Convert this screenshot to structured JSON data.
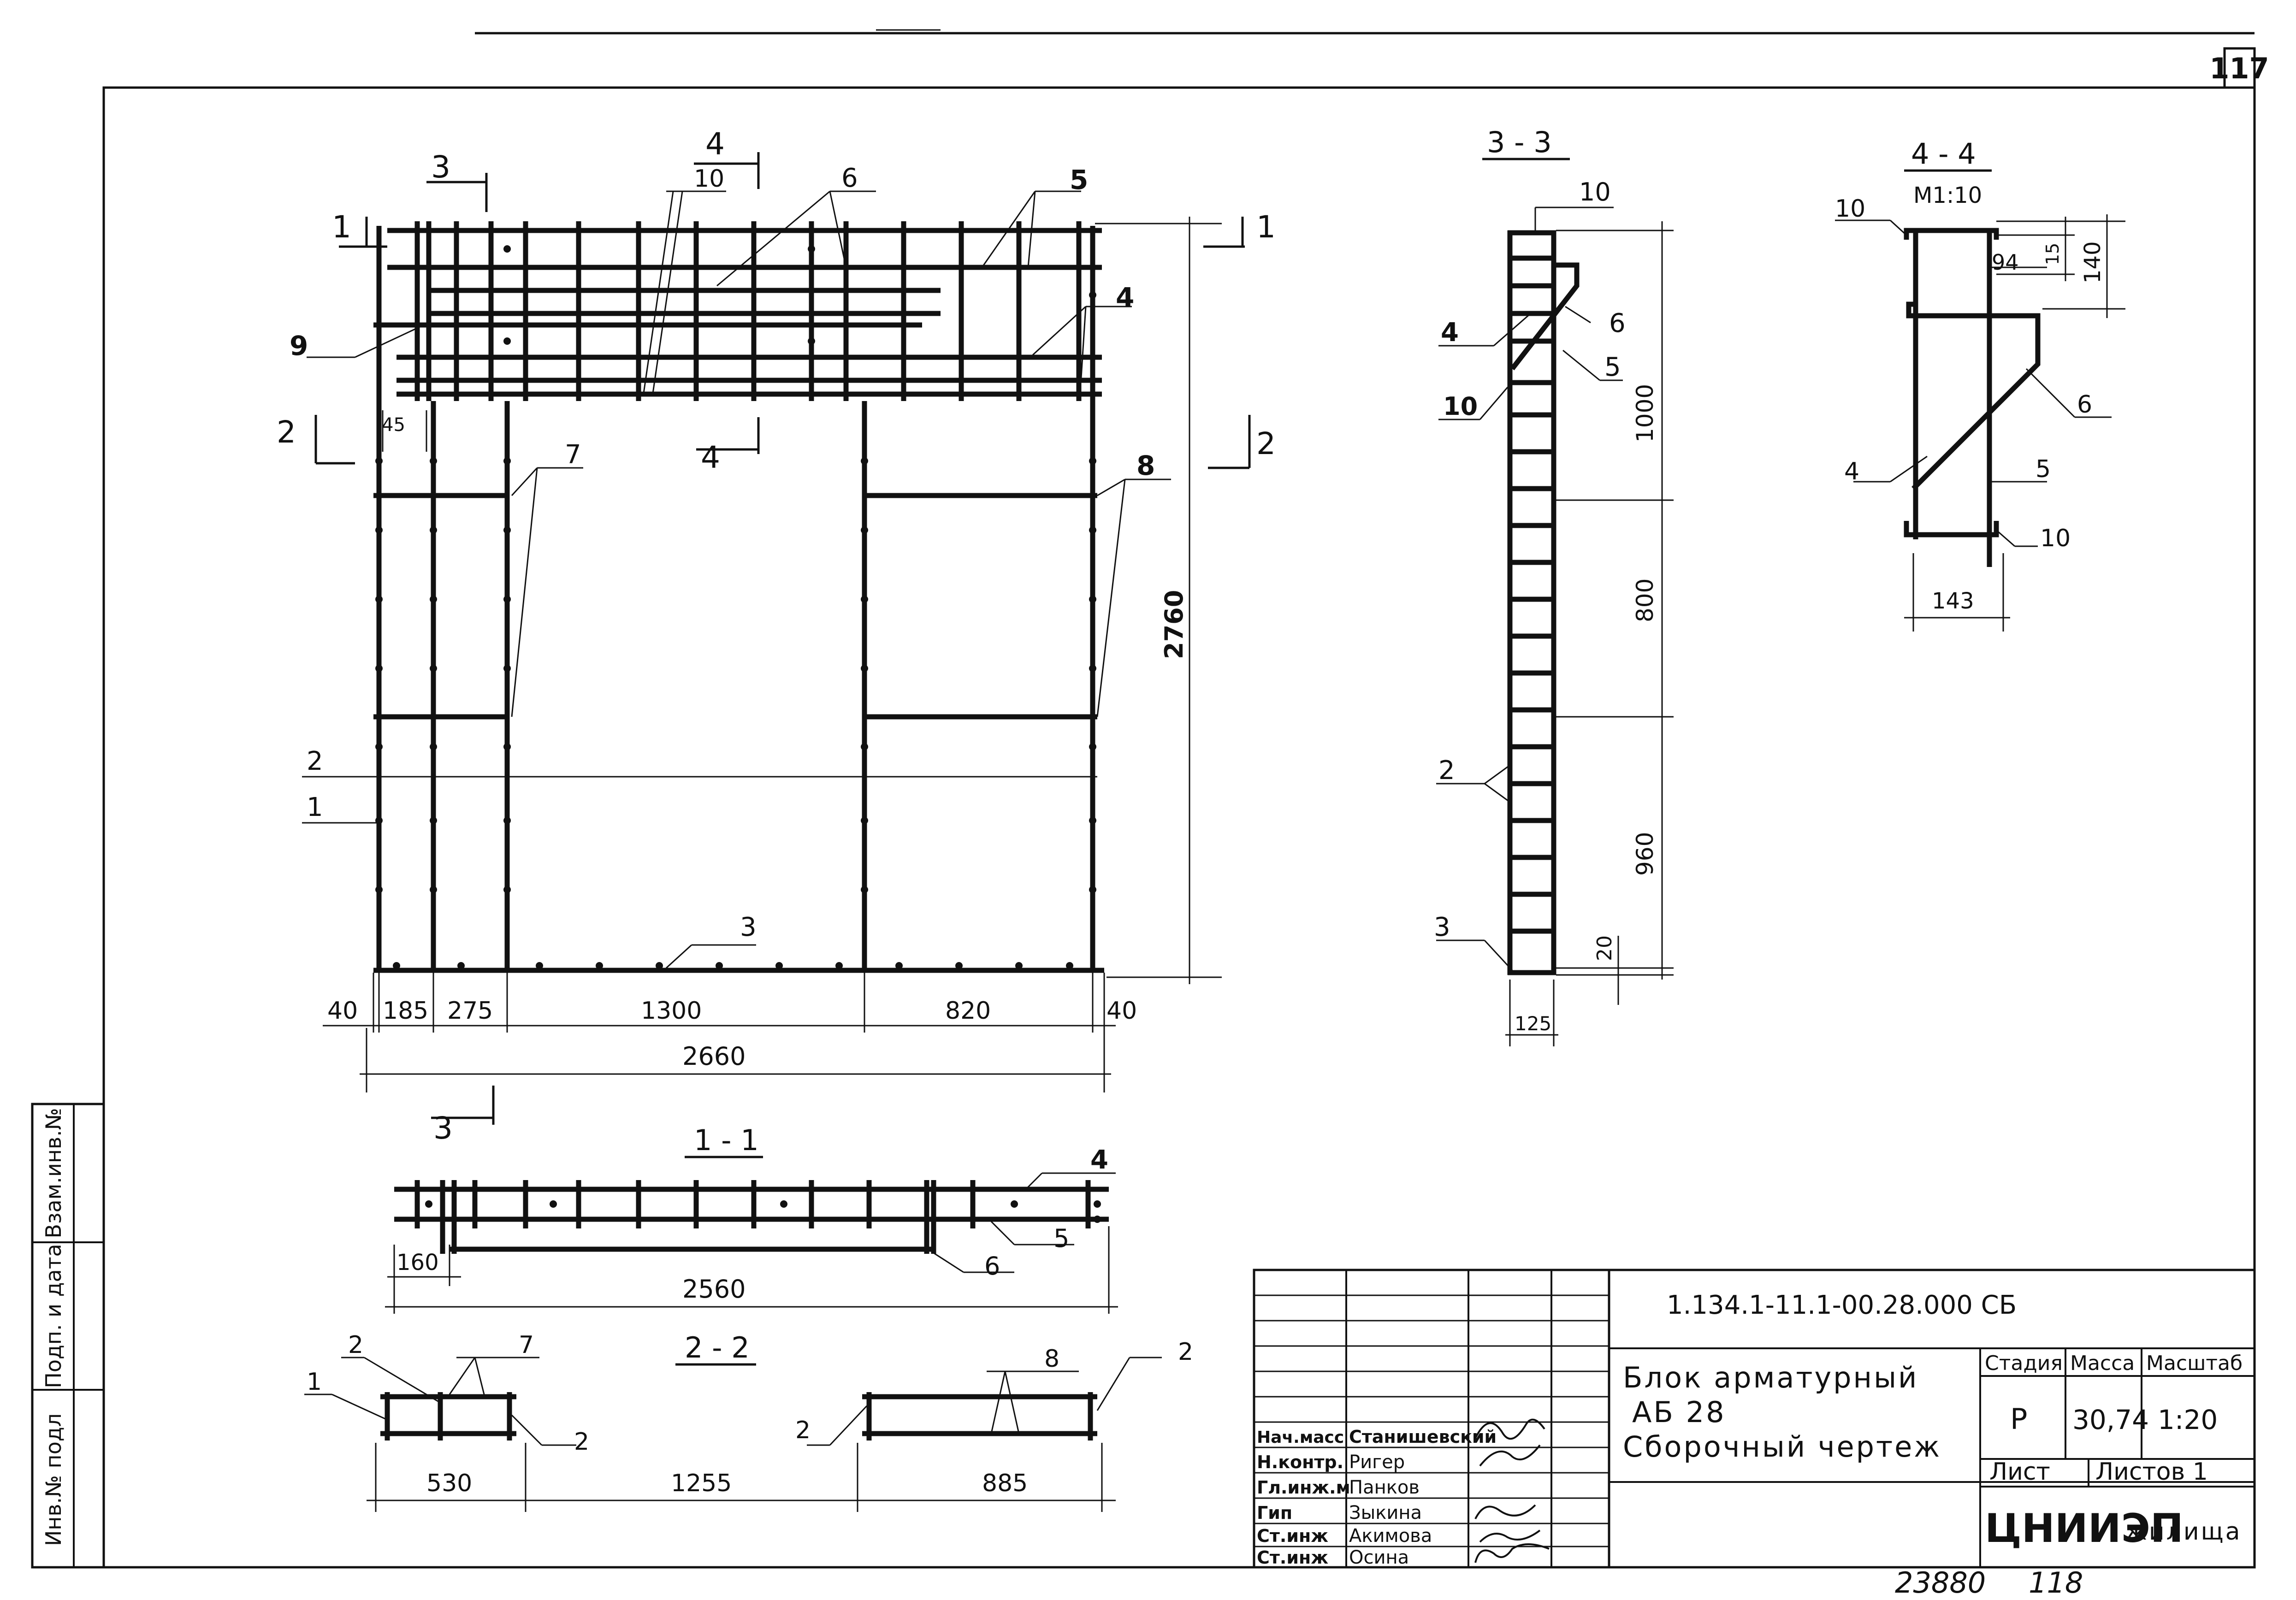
{
  "sheet": {
    "page_number": "117",
    "bottom_number": "23880",
    "bottom_number2": "118"
  },
  "side_stamp": {
    "col1": "Инв.№ подл",
    "col2": "Подп. и дата",
    "col3": "Взам.инв.№"
  },
  "main_view": {
    "cut_marks": [
      "1",
      "1",
      "2",
      "2",
      "3",
      "3",
      "4",
      "4"
    ],
    "labels": {
      "l10": "10",
      "l6": "6",
      "l5": "5",
      "l9": "9",
      "l4": "4",
      "l7": "7",
      "l8": "8",
      "l2": "2",
      "l1": "1",
      "l3": "3",
      "l45": "45"
    },
    "dims": {
      "d40a": "40",
      "d185": "185",
      "d275": "275",
      "d1300": "1300",
      "d820": "820",
      "d40b": "40",
      "d2660": "2660",
      "d2760": "2760"
    }
  },
  "section_33": {
    "title": "3 - 3",
    "labels": {
      "l10a": "10",
      "l4": "4",
      "l6": "6",
      "l5": "5",
      "l10b": "10",
      "l2": "2",
      "l3": "3"
    },
    "dims": {
      "d1000": "1000",
      "d800": "800",
      "d960": "960",
      "d20": "20",
      "d125": "125"
    }
  },
  "section_44": {
    "title": "4 - 4",
    "scale": "М1:10",
    "labels": {
      "l10a": "10",
      "l6": "6",
      "l4": "4",
      "l5": "5",
      "l10b": "10"
    },
    "dims": {
      "d94": "94",
      "d15": "15",
      "d140": "140",
      "d143": "143"
    }
  },
  "section_11": {
    "title": "1 - 1",
    "labels": {
      "l4": "4",
      "l5": "5",
      "l6": "6"
    },
    "dims": {
      "d160": "160",
      "d2560": "2560"
    }
  },
  "section_22": {
    "title": "2 - 2",
    "labels": {
      "l2a": "2",
      "l7": "7",
      "l1": "1",
      "l2b": "2",
      "l8": "8",
      "l2c": "2",
      "l2d": "2"
    },
    "dims": {
      "d530": "530",
      "d1255": "1255",
      "d885": "885"
    }
  },
  "title_block": {
    "code": "1.134.1-11.1-00.28.000 СБ",
    "name_line1": "Блок арматурный",
    "name_line2": "АБ 28",
    "name_line3": "Сборочный чертеж",
    "stage_header": "Стадия",
    "mass_header": "Масса",
    "scale_header": "Масштаб",
    "stage": "Р",
    "mass": "30,74",
    "scale": "1:20",
    "sheet_label": "Лист",
    "sheets_label": "Листов 1",
    "org_main": "ЦНИИЭП",
    "org_sub": "жилища",
    "people": [
      {
        "role": "Нач.масс",
        "name": "Станишевский"
      },
      {
        "role": "Н.контр.",
        "name": "Ригер"
      },
      {
        "role": "Гл.инж.м",
        "name": "Панков"
      },
      {
        "role": "Гип",
        "name": "Зыкина"
      },
      {
        "role": "Ст.инж",
        "name": "Акимова"
      },
      {
        "role": "Ст.инж",
        "name": "Осина"
      }
    ]
  }
}
